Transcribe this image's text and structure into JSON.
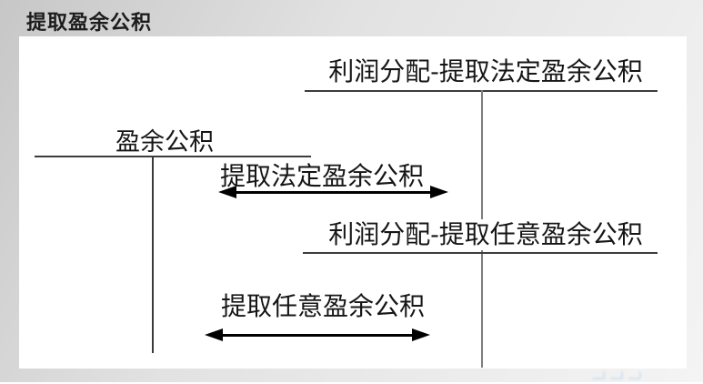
{
  "page": {
    "title": "提取盈余公积"
  },
  "diagram": {
    "taccounts": [
      {
        "id": "profit-distribution-statutory",
        "label": "利润分配-提取法定盈余公积"
      },
      {
        "id": "surplus-reserve",
        "label": "盈余公积"
      },
      {
        "id": "profit-distribution-discretionary",
        "label": "利润分配-提取任意盈余公积"
      }
    ],
    "flows": [
      {
        "id": "statutory",
        "label": "提取法定盈余公积"
      },
      {
        "id": "discretionary",
        "label": "提取任意盈余公积"
      }
    ]
  },
  "colors": {
    "slide_bg_dark": "#c7c7c7",
    "slide_bg_light": "#f4f4f4",
    "panel_bg": "#ffffff",
    "ink": "#161616",
    "ledger_line": "#3c3c3c",
    "ledger_stem": "#7d7d7d",
    "arrow": "#000000",
    "watermark_blue": "#9cc3e8"
  }
}
